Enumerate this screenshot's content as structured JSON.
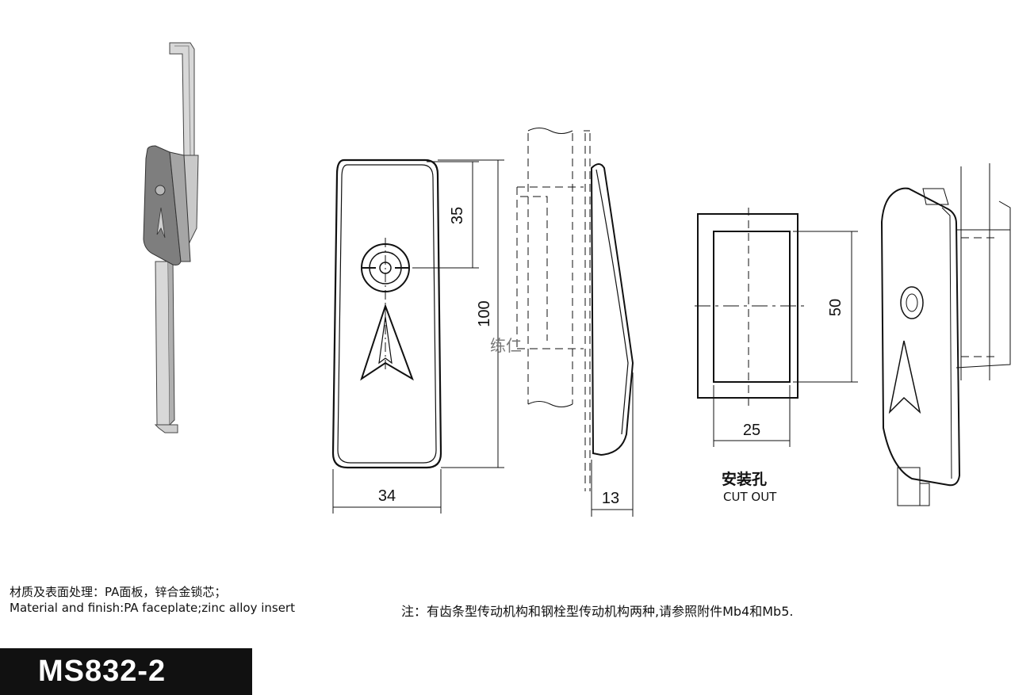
{
  "model": "MS832-2",
  "material_cn": "材质及表面处理：PA面板，锌合金锁芯；",
  "material_en": "Material and finish:PA faceplate;zinc alloy insert",
  "note": "注：有齿条型传动机构和钢栓型传动机构两种,请参照附件Mb4和Mb5.",
  "cutout_cn": "安装孔",
  "cutout_en": "CUT OUT",
  "watermark": "练仁",
  "dimensions": {
    "d35": "35",
    "d100": "100",
    "d34": "34",
    "d13": "13",
    "d50": "50",
    "d25": "25"
  },
  "colors": {
    "ink": "#111111",
    "title_bar": "#111111",
    "title_text": "#ffffff",
    "render_gray": "#8a8a8a"
  }
}
